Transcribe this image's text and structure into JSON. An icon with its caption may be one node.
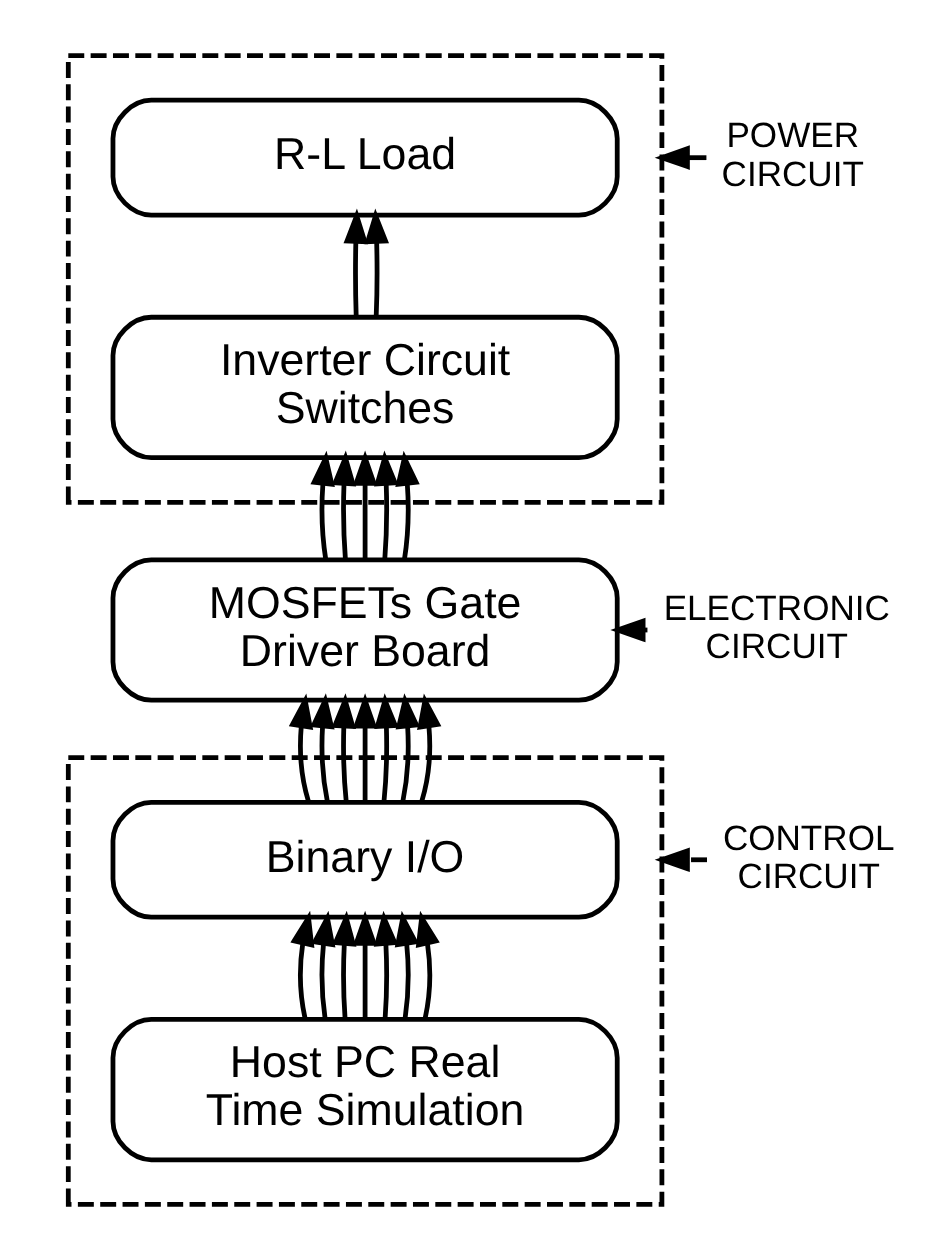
{
  "diagram": {
    "nodes": [
      {
        "text": [],
        "shape": "box"
      },
      {
        "text": [
          "R-L Load"
        ],
        "in": 0
      },
      {
        "text": [
          "Inverter Circuit Switches"
        ],
        "in": 0
      },
      {
        "text": [
          "MOSFETs Gate Driver Board"
        ]
      },
      {
        "text": [],
        "shape": "box"
      },
      {
        "text": [
          "Binary I/O"
        ],
        "in": 4
      },
      {
        "text": [
          "Host PC Real Time Simulation"
        ],
        "in": 4
      },
      {
        "text": [
          "POWER CIRCUIT"
        ]
      },
      {
        "text": [
          "ELECTRONIC CIRCUIT"
        ]
      },
      {
        "text": [
          "CONTROL CIRCUIT"
        ]
      }
    ],
    "edges": [
      {
        "from": 2,
        "to": 1,
        "arrow": "to"
      },
      {
        "from": 2,
        "to": 1,
        "arrow": "to"
      },
      {
        "from": 3,
        "to": 2,
        "arrow": "to"
      },
      {
        "from": 3,
        "to": 2,
        "arrow": "to"
      },
      {
        "from": 3,
        "to": 2,
        "arrow": "to"
      },
      {
        "from": 3,
        "to": 2,
        "arrow": "to"
      },
      {
        "from": 3,
        "to": 2,
        "arrow": "to"
      },
      {
        "from": 5,
        "to": 3,
        "arrow": "to"
      },
      {
        "from": 5,
        "to": 3,
        "arrow": "to"
      },
      {
        "from": 5,
        "to": 3,
        "arrow": "to"
      },
      {
        "from": 5,
        "to": 3,
        "arrow": "to"
      },
      {
        "from": 5,
        "to": 3,
        "arrow": "to"
      },
      {
        "from": 5,
        "to": 3,
        "arrow": "to"
      },
      {
        "from": 5,
        "to": 3,
        "arrow": "to"
      },
      {
        "from": 6,
        "to": 5,
        "arrow": "to"
      },
      {
        "from": 6,
        "to": 5,
        "arrow": "to"
      },
      {
        "from": 6,
        "to": 5,
        "arrow": "to"
      },
      {
        "from": 6,
        "to": 5,
        "arrow": "to"
      },
      {
        "from": 6,
        "to": 5,
        "arrow": "to"
      },
      {
        "from": 6,
        "to": 5,
        "arrow": "to"
      },
      {
        "from": 6,
        "to": 5,
        "arrow": "to"
      },
      {
        "from": 7,
        "to": 0,
        "arrow": "to"
      },
      {
        "from": 8,
        "to": 3,
        "arrow": "to"
      },
      {
        "from": 9,
        "to": 4,
        "arrow": "to",
        "style": "dashed"
      }
    ]
  }
}
